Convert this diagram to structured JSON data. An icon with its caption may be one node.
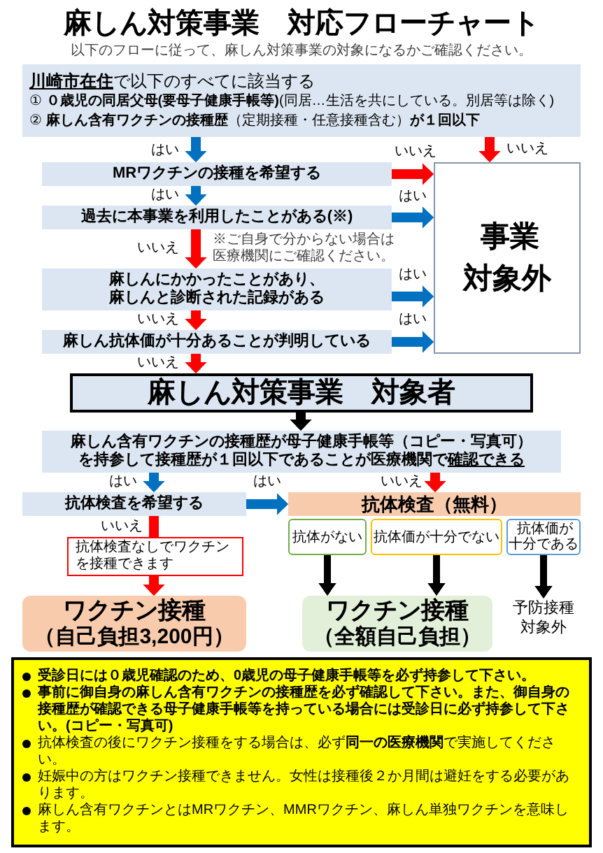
{
  "diagram": {
    "title": "麻しん対策事業　対応フローチャート",
    "nodes": [
      {
        "text": [
          "**川崎市在住**で以下のすべてに該当する",
          "① **０歳児の同居父母(要母子健康手帳等)**(同居…生活を共にしている。別居等は除く)",
          "② **麻しん含有ワクチンの接種歴**（定期接種・任意接種含む）**が１回以下**"
        ]
      },
      {
        "text": [
          "MRワクチンの接種を希望する"
        ]
      },
      {
        "text": [
          "事業対象外"
        ]
      },
      {
        "text": [
          "過去に本事業を利用したことがある(※)"
        ],
        "beside": [
          "※ご自身で分からない場合は医療機関にご確認ください。"
        ]
      },
      {
        "text": [
          "麻しんにかかったことがあり、麻しんと診断された記録がある"
        ]
      },
      {
        "text": [
          "麻しん抗体価が十分あることが判明している"
        ]
      },
      {
        "text": [
          "麻しん対策事業　対象者"
        ]
      },
      {
        "text": [
          "麻しん含有ワクチンの接種歴が母子健康手帳等（コピー・写真可）を持参して接種歴が１回以下であることが医療機関で**確認できる**"
        ]
      },
      {
        "text": [
          "抗体検査を希望する"
        ]
      },
      {
        "text": [
          "抗体検査（無料）"
        ]
      },
      {
        "text": [
          "抗体がない"
        ]
      },
      {
        "text": [
          "抗体価が十分でない"
        ]
      },
      {
        "text": [
          "抗体価が十分である"
        ]
      },
      {
        "text": [
          "抗体検査なしでワクチンを接種できます"
        ]
      },
      {
        "text": [
          "ワクチン接種",
          "（自己負担3,200円）"
        ]
      },
      {
        "text": [
          "ワクチン接種",
          "（全額自己負担）"
        ]
      },
      {
        "text": [
          "予防接種対象外"
        ]
      },
      {
        "text": [
          "受診日には０歳児確認のため、0歳児の母子健康手帳等を必ず持参して下さい。",
          "事前に御自身の麻しん含有ワクチンの接種歴を必ず確認して下さい。また、御自身の接種歴が確認できる母子健康手帳等を持っている場合には受診日に必ず持参して下さい。(コピー・写真可)",
          "抗体検査の後にワクチン接種をする場合は、必ず**同一の医療機関**で実施してください。",
          "妊娠中の方はワクチン接種できません。女性は接種後２か月間は避妊をする必要があります。",
          "麻しん含有ワクチンとはMRワクチン、MMRワクチン、麻しん単独ワクチンを意味します。"
        ]
      }
    ],
    "edges": [
      {
        "from": 0,
        "to": 1,
        "arrow": "to",
        "label": "はい",
        "color": "#0070c0"
      },
      {
        "from": 0,
        "to": 2,
        "arrow": "to",
        "label": "いいえ"
      },
      {
        "from": 1,
        "to": 2,
        "arrow": "to",
        "label": "いいえ"
      },
      {
        "from": 1,
        "to": 3,
        "arrow": "to",
        "label": "はい",
        "color": "#0070c0"
      },
      {
        "from": 3,
        "to": 2,
        "arrow": "to",
        "label": "はい",
        "color": "#0070c0"
      },
      {
        "from": 3,
        "to": 4,
        "arrow": "to",
        "label": "いいえ"
      },
      {
        "from": 4,
        "to": 2,
        "arrow": "to",
        "label": "はい",
        "color": "#0070c0"
      },
      {
        "from": 4,
        "to": 5,
        "arrow": "to",
        "label": "いいえ"
      },
      {
        "from": 5,
        "to": 2,
        "arrow": "to",
        "label": "はい",
        "color": "#0070c0"
      },
      {
        "from": 5,
        "to": 6,
        "arrow": "to",
        "label": "いいえ"
      },
      {
        "from": 6,
        "to": 7,
        "arrow": "to",
        "color": "#000000"
      },
      {
        "from": 7,
        "to": 8,
        "arrow": "to",
        "label": "はい",
        "color": "#0070c0"
      },
      {
        "from": 7,
        "to": 9,
        "arrow": "to",
        "label": "いいえ"
      },
      {
        "from": 8,
        "to": 9,
        "arrow": "to",
        "label": "はい",
        "color": "#0070c0"
      },
      {
        "from": 8,
        "to": 13,
        "arrow": "none",
        "label": "いいえ"
      },
      {
        "from": 13,
        "to": 14,
        "arrow": "to"
      },
      {
        "from": 10,
        "to": 15,
        "arrow": "to",
        "color": "#000000"
      },
      {
        "from": 11,
        "to": 15,
        "arrow": "to",
        "color": "#000000"
      },
      {
        "from": 12,
        "to": 16,
        "arrow": "to",
        "color": "#000000"
      }
    ],
    "labels": [
      "以下のフローに従って、麻しん対策事業の対象になるかご確認ください。"
    ]
  }
}
